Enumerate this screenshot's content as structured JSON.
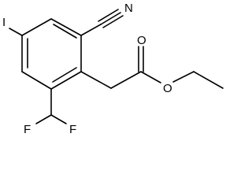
{
  "molecule": {
    "atoms": {
      "nitrogen": "N",
      "iodine": "I",
      "ester_oxygen_carbonyl": "O",
      "ester_oxygen_ether": "O",
      "fluorine_left": "F",
      "fluorine_right": "F"
    },
    "colors": {
      "bond": "#000000",
      "label": "#000000",
      "background": "#ffffff"
    }
  }
}
